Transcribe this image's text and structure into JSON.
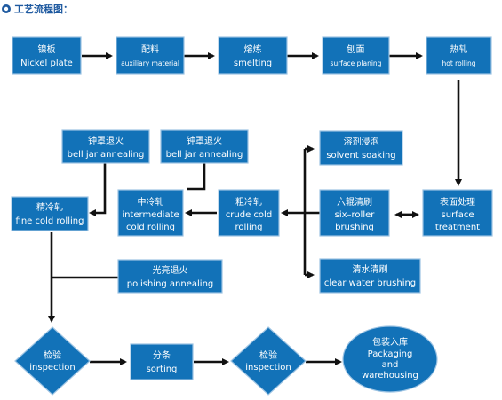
{
  "heading": {
    "bullet_icon": "circle-bullet-icon",
    "text": "工艺流程图："
  },
  "nodes": {
    "nickel_plate": {
      "cn": "镍板",
      "en": "Nickel plate"
    },
    "auxiliary_material": {
      "cn": "配料",
      "en": "auxiliary material"
    },
    "smelting": {
      "cn": "熔炼",
      "en": "smelting"
    },
    "surface_planing": {
      "cn": "刨面",
      "en": "surface planing"
    },
    "hot_rolling": {
      "cn": "热轧",
      "en": "hot rolling"
    },
    "surface_treatment": {
      "cn": "表面处理",
      "en1": "surface",
      "en2": "treatment"
    },
    "solvent_soaking": {
      "cn": "溶剂浸泡",
      "en": "solvent soaking"
    },
    "six_roller_brushing": {
      "cn": "六辊清刷",
      "en1": "six–roller",
      "en2": "brushing"
    },
    "clear_water_brushing": {
      "cn": "清水清刷",
      "en": "clear water brushing"
    },
    "crude_cold_rolling": {
      "cn": "粗冷轧",
      "en1": "crude cold",
      "en2": "rolling"
    },
    "intermediate_cold_rolling": {
      "cn": "中冷轧",
      "en1": "intermediate",
      "en2": "cold rolling"
    },
    "bell_jar_annealing_1": {
      "cn": "钟罩退火",
      "en": "bell jar annealing"
    },
    "bell_jar_annealing_2": {
      "cn": "钟罩退火",
      "en": "bell jar annealing"
    },
    "fine_cold_rolling": {
      "cn": "精冷轧",
      "en": "fine cold rolling"
    },
    "polishing_annealing": {
      "cn": "光亮退火",
      "en": "polishing annealing"
    },
    "inspection_1": {
      "cn": "检验",
      "en": "inspection"
    },
    "sorting": {
      "cn": "分条",
      "en": "sorting"
    },
    "inspection_2": {
      "cn": "检验",
      "en": "inspection"
    },
    "packaging": {
      "cn": "包装入库",
      "en1": "Packaging",
      "en2": "and",
      "en3": "warehousing"
    }
  }
}
